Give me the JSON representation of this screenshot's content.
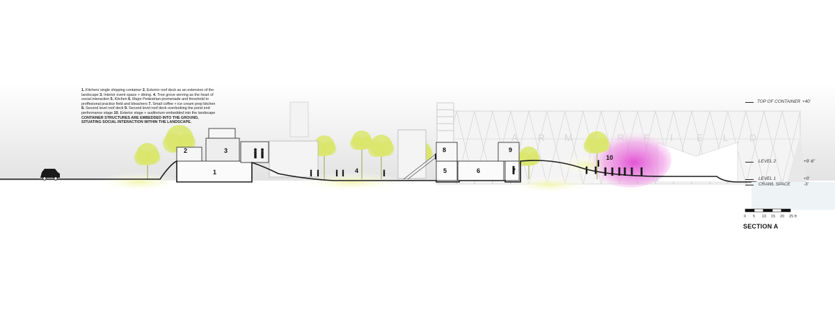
{
  "legend": {
    "items": [
      {
        "n": "1.",
        "t": "Kitchen/ single shipping container"
      },
      {
        "n": "2.",
        "t": "Exterior roof deck as an extension of the landscape"
      },
      {
        "n": "3.",
        "t": "Interior event space + dining."
      },
      {
        "n": "4.",
        "t": "Tree grove serving as the heart of social interaction"
      },
      {
        "n": "5.",
        "t": "Kitchen"
      },
      {
        "n": "6.",
        "t": "Major Pedestrian promenade and threshold to proffesional practice field and bleachers"
      },
      {
        "n": "7.",
        "t": "Small coffee + ice cream prep kitchen"
      },
      {
        "n": "8.",
        "t": "Second level roof deck"
      },
      {
        "n": "9.",
        "t": "Second level roof deck overlooking the pond end performance stage"
      },
      {
        "n": "10.",
        "t": "Exterior stage + auditorium embedded into the landscape"
      }
    ],
    "emphasis": "CONTAINER STRUCTURES ARE EMBEDDED INTO THE GROUND, SITUATING  SOCIAL INTERACTION WITHIN THE LANDSCAPE."
  },
  "levels": {
    "top_of_container": {
      "label": "TOP OF CONTAINER",
      "value": "+40'"
    },
    "level2": {
      "label": "LEVEL 2",
      "value": "+9'-6\""
    },
    "level1": {
      "label": "LEVEL 1",
      "value": "+0'"
    },
    "crawl": {
      "label": "CRAWL SPACE",
      "value": "-3'"
    }
  },
  "scale": {
    "ticks": [
      "0",
      "5",
      "10",
      "15",
      "20",
      "25 ft"
    ]
  },
  "section_title": "SECTION A",
  "numbers": [
    "1",
    "2",
    "3",
    "4",
    "5",
    "6",
    "7",
    "8",
    "9",
    "10"
  ],
  "facade_letters": [
    "A",
    "R",
    "M",
    "E",
    "R",
    "F",
    "I",
    "E",
    "L",
    "D"
  ],
  "colors": {
    "ground_line": "#1a1a1a",
    "tree": "#d9e66a",
    "tree_glow": "#eef4a8",
    "magenta": "#e04ad0",
    "sky_gray": "#e6e6e6",
    "stadium_lines": "#c8c8c8"
  }
}
